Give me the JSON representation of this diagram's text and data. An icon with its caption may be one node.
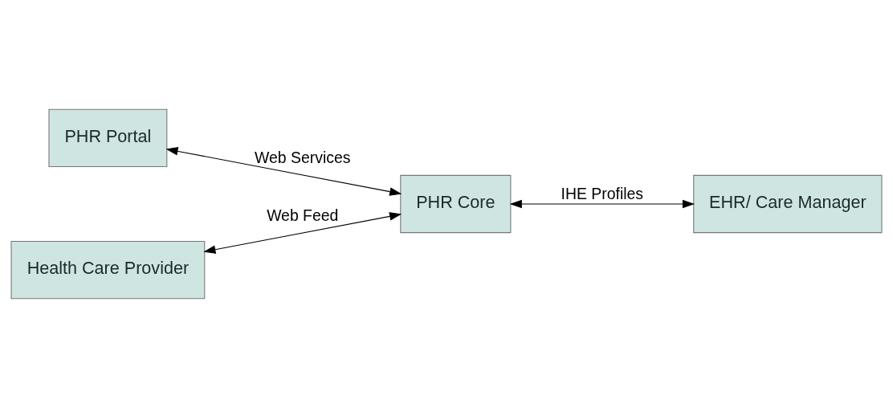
{
  "diagram": {
    "nodes": [
      {
        "text": [
          "PHR Portal"
        ]
      },
      {
        "text": [
          "PHR Core"
        ]
      },
      {
        "text": [
          "EHR/ Care Manager"
        ]
      },
      {
        "text": [
          "Health Care Provider"
        ]
      }
    ],
    "edges": [
      {
        "from": 0,
        "to": 1,
        "arrow": "both",
        "label": "Web Services"
      },
      {
        "from": 1,
        "to": 3,
        "arrow": "both",
        "label": "Web Feed"
      },
      {
        "from": 1,
        "to": 2,
        "arrow": "both",
        "label": "IHE Profiles"
      }
    ]
  }
}
